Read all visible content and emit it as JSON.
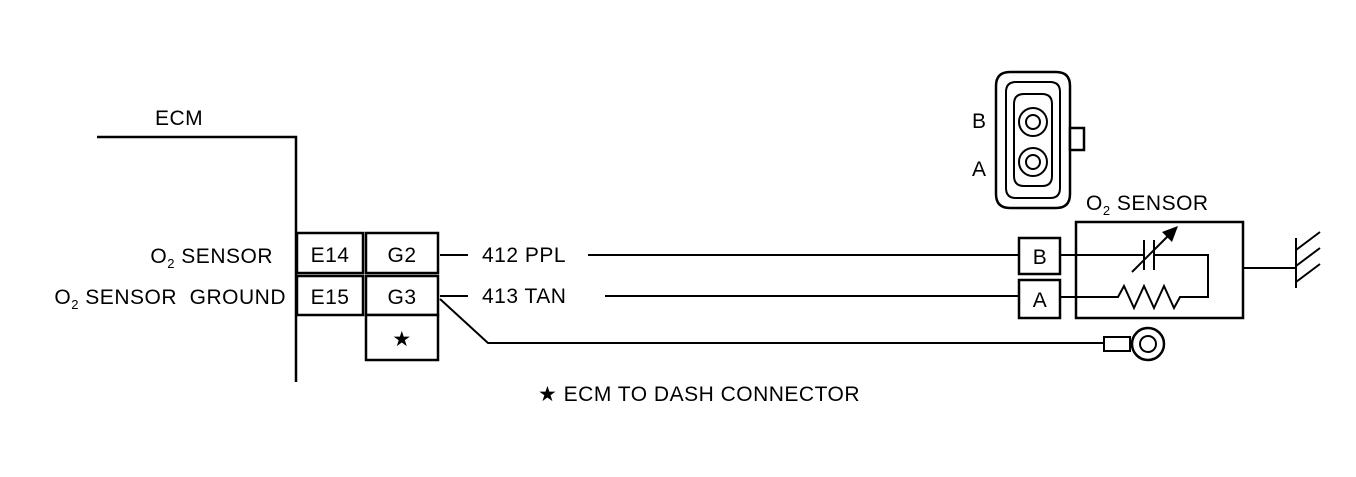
{
  "ecm": {
    "label": "ECM"
  },
  "signals": {
    "sensor_label_pre": "O",
    "sensor_label_sub": "2",
    "sensor_label_post": " SENSOR",
    "ground_label_pre": "O",
    "ground_label_sub": "2",
    "ground_label_post": " SENSOR  GROUND"
  },
  "terminals": {
    "e14": "E14",
    "e15": "E15",
    "g2": "G2",
    "g3": "G3",
    "dash_mark": "★"
  },
  "wires": {
    "ppl": "412 PPL",
    "tan": "413 TAN"
  },
  "sensor": {
    "title_pre": "O",
    "title_sub": "2",
    "title_post": " SENSOR",
    "pin_b": "B",
    "pin_a": "A"
  },
  "connector_view": {
    "label_b": "B",
    "label_a": "A"
  },
  "legend": {
    "text": "★ ECM TO DASH CONNECTOR"
  }
}
